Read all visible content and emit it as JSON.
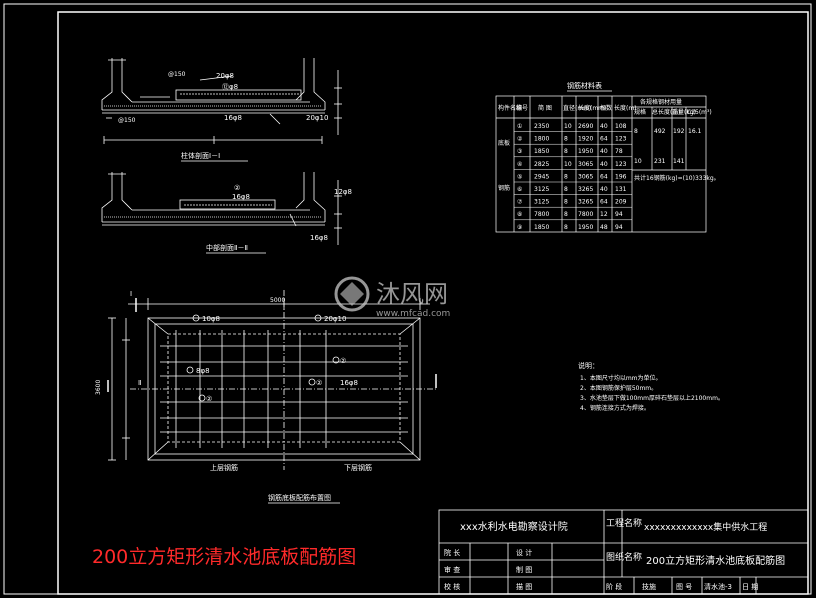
{
  "caption": "200立方矩形清水池底板配筋图",
  "watermark": {
    "brand": "沐风网",
    "url": "www.mfcad.com"
  },
  "section_1": {
    "title": "柱体剖面I－I",
    "bar_labels": [
      "20φ8",
      "⑫φ8",
      "16φ8",
      "20φ10",
      "@150",
      "@150"
    ]
  },
  "section_2": {
    "title": "中部剖面Ⅱ－Ⅱ",
    "bar_labels": [
      "②",
      "16φ8",
      "12φ8",
      "16φ8"
    ]
  },
  "plan": {
    "title": "钢筋底板配筋布置图",
    "bar_labels": [
      "10φ8",
      "20φ10",
      "8φ8",
      "16φ8",
      "②",
      "②",
      "②"
    ],
    "dim_labels": [
      "3600",
      "5000",
      "Ⅱ",
      "Ⅰ"
    ],
    "bottom_labels": [
      "上层钢筋",
      "下层钢筋"
    ]
  },
  "rebar_table": {
    "title": "钢筋材料表",
    "headers": [
      "构件名称",
      "编号",
      "简 图",
      "直径(mm)",
      "长度(mm)",
      "根数",
      "长度(m)",
      "各规格钢材用量"
    ],
    "sub_headers": [
      "规格",
      "总长度(m)",
      "重量(kg)",
      "C25(m³)"
    ],
    "group_labels": [
      "底板",
      "钢筋"
    ],
    "rows": [
      {
        "no": "①",
        "shape": "2350",
        "d": "10",
        "len": "2690",
        "n": "40",
        "total": "108"
      },
      {
        "no": "②",
        "shape": "1800",
        "d": "8",
        "len": "1920",
        "n": "64",
        "total": "123"
      },
      {
        "no": "③",
        "shape": "1850",
        "d": "8",
        "len": "1950",
        "n": "40",
        "total": "78"
      },
      {
        "no": "④",
        "shape": "2825",
        "d": "10",
        "len": "3065",
        "n": "40",
        "total": "123"
      },
      {
        "no": "⑤",
        "shape": "2945",
        "d": "8",
        "len": "3065",
        "n": "64",
        "total": "196"
      },
      {
        "no": "⑥",
        "shape": "3125",
        "d": "8",
        "len": "3265",
        "n": "40",
        "total": "131"
      },
      {
        "no": "⑦",
        "shape": "3125",
        "d": "8",
        "len": "3265",
        "n": "64",
        "total": "209"
      },
      {
        "no": "⑧",
        "shape": "7800",
        "d": "8",
        "len": "7800",
        "n": "12",
        "total": "94"
      },
      {
        "no": "⑨",
        "shape": "1850",
        "d": "8",
        "len": "1950",
        "n": "48",
        "total": "94"
      }
    ],
    "steel_rows": [
      {
        "spec": "8",
        "length": "492",
        "weight": "192",
        "volume": "16.1"
      },
      {
        "spec": "10",
        "length": "231",
        "weight": "141",
        "volume": ""
      }
    ],
    "note": "共计16钢筋(kg)=(10)333kg。"
  },
  "notes": {
    "heading": "说明：",
    "items": [
      "1、本图尺寸均以mm为单位。",
      "2、本图钢筋保护层50mm。",
      "3、水池垫层下做100mm厚碎石垫层以上2100mm。",
      "4、钢筋连接方式为焊接。"
    ]
  },
  "title_block": {
    "institute": "xxx水利水电勘察设计院",
    "project_label": "工程名称",
    "project_name": "xxxxxxxxxxxxx集中供水工程",
    "drawing_label": "图纸名称",
    "drawing_name": "200立方矩形清水池底板配筋图",
    "role_labels": [
      "院 长",
      "审 查",
      "校 核"
    ],
    "process_labels": [
      "设 计",
      "制 图",
      "描 图"
    ],
    "footer": {
      "stage_label": "阶 段",
      "stage_value": "技施",
      "number_label": "图 号",
      "number_value": "清水池-3",
      "date_label": "日 期"
    }
  },
  "colors": {
    "background": "#000000",
    "lines": "#ffffff",
    "caption": "#ff2a2a",
    "watermark": "#c8c8c8"
  }
}
